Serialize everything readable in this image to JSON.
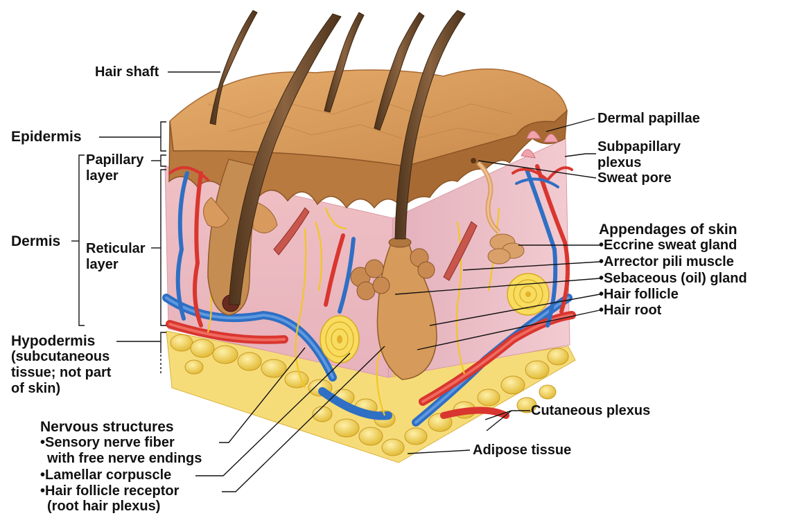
{
  "labels": {
    "hair_shaft": "Hair shaft",
    "epidermis": "Epidermis",
    "papillary_layer_1": "Papillary",
    "papillary_layer_2": "layer",
    "dermis": "Dermis",
    "reticular_layer_1": "Reticular",
    "reticular_layer_2": "layer",
    "hypodermis": "Hypodermis",
    "hypodermis_note_1": "(subcutaneous",
    "hypodermis_note_2": "tissue; not part",
    "hypodermis_note_3": "of skin)",
    "dermal_papillae": "Dermal papillae",
    "subpapillary_plexus_1": "Subpapillary",
    "subpapillary_plexus_2": "plexus",
    "sweat_pore": "Sweat pore",
    "appendages_heading": "Appendages of skin",
    "eccrine_sweat_gland": "•Eccrine sweat gland",
    "arrector_pili_muscle": "•Arrector pili muscle",
    "sebaceous_gland": "•Sebaceous (oil) gland",
    "hair_follicle": "•Hair follicle",
    "hair_root": "•Hair root",
    "cutaneous_plexus": "Cutaneous plexus",
    "adipose_tissue": "Adipose tissue",
    "nervous_heading": "Nervous structures",
    "sensory_nerve_fiber_1": "•Sensory nerve fiber",
    "sensory_nerve_fiber_2": "with free nerve endings",
    "lamellar_corpuscle": "•Lamellar corpuscle",
    "hair_follicle_receptor_1": "•Hair follicle receptor",
    "hair_follicle_receptor_2": "(root hair plexus)"
  },
  "colors": {
    "epidermis_tan": "#c88a4e",
    "epidermis_dark": "#9a5e2a",
    "dermis_pink": "#f1c5c9",
    "artery_red": "#d9362f",
    "vein_blue": "#2f6fc4",
    "nerve_yellow": "#f2c623",
    "adipose_yellow": "#f3d45a",
    "hair_brown": "#6b4a2b"
  }
}
